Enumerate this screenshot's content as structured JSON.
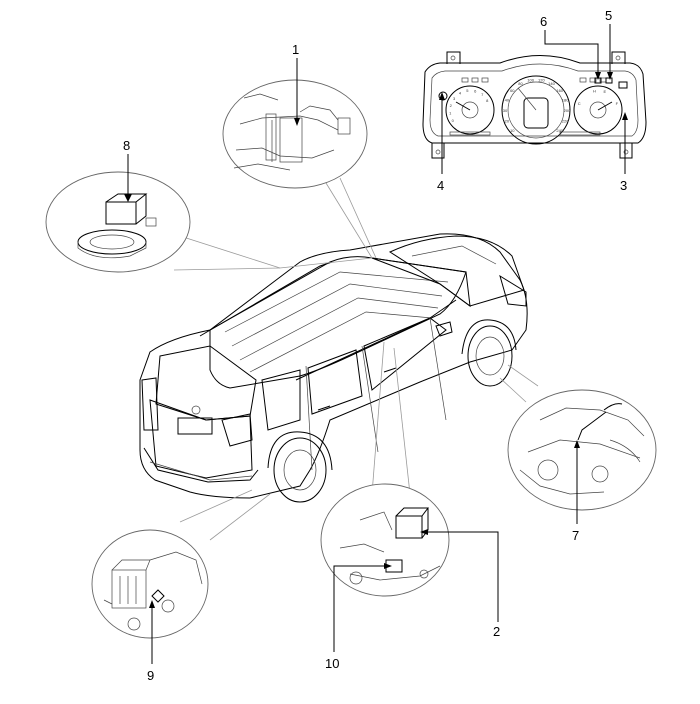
{
  "callouts": [
    {
      "id": "1",
      "text": "1"
    },
    {
      "id": "2",
      "text": "2"
    },
    {
      "id": "3",
      "text": "3"
    },
    {
      "id": "4",
      "text": "4"
    },
    {
      "id": "5",
      "text": "5"
    },
    {
      "id": "6",
      "text": "6"
    },
    {
      "id": "7",
      "text": "7"
    },
    {
      "id": "8",
      "text": "8"
    },
    {
      "id": "9",
      "text": "9"
    },
    {
      "id": "10",
      "text": "10"
    }
  ],
  "cluster": {
    "speedo_ticks": [
      "10",
      "20",
      "30",
      "40",
      "60",
      "80",
      "100",
      "120",
      "140",
      "160",
      "180",
      "200",
      "220",
      "240"
    ],
    "tacho_ticks": [
      "0",
      "1",
      "2",
      "3",
      "4",
      "5",
      "6",
      "7",
      "8"
    ],
    "gauge_ticks": [
      "C",
      "H",
      "E",
      "F"
    ]
  },
  "colors": {
    "line": "#000000",
    "detail": "#444444",
    "leader_grey": "#9a9a9a"
  }
}
